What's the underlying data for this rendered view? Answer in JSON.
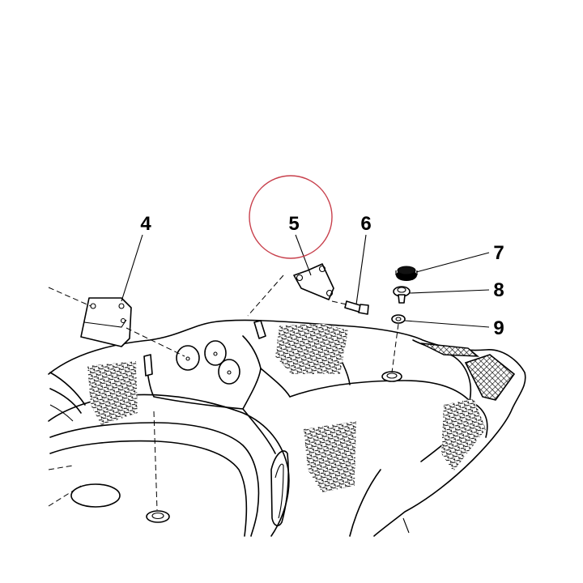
{
  "callouts": {
    "c4": "4",
    "c5": "5",
    "c6": "6",
    "c7": "7",
    "c8": "8",
    "c9": "9"
  },
  "highlight": {
    "target": "5",
    "color": "#c8404c"
  }
}
